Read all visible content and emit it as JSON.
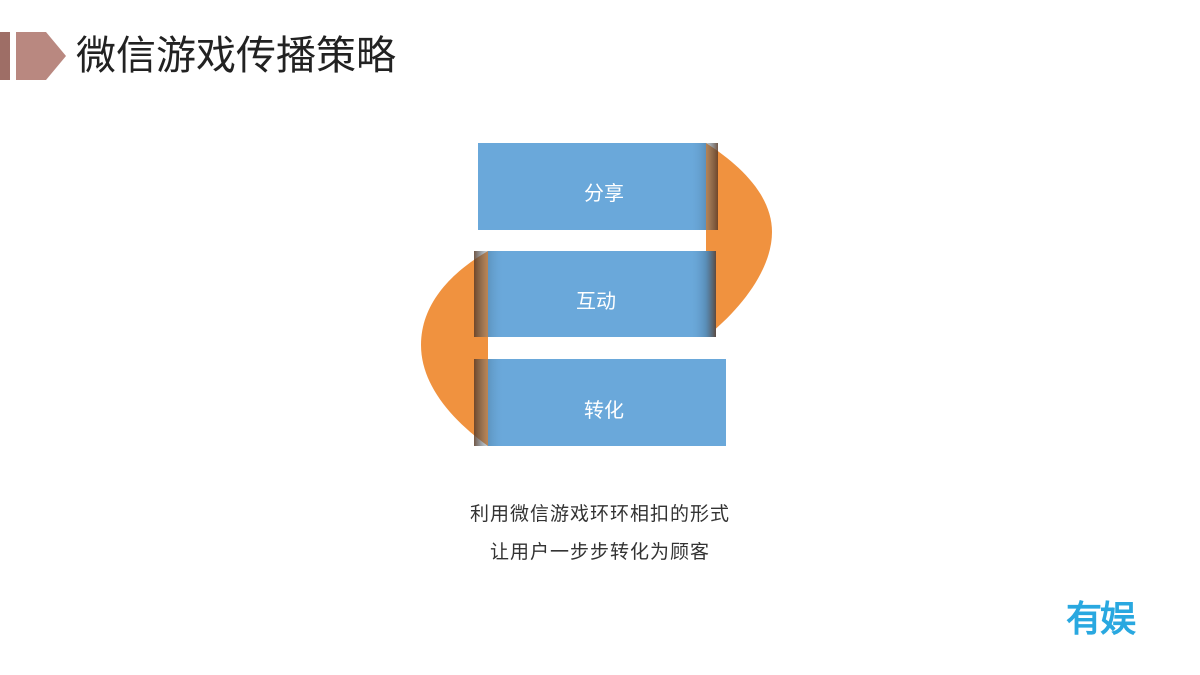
{
  "page": {
    "title": "微信游戏传播策略"
  },
  "diagram": {
    "steps": [
      {
        "label": "分享"
      },
      {
        "label": "互动"
      },
      {
        "label": "转化"
      }
    ],
    "colors": {
      "block": "#6AA8DA",
      "connector": "#F0923F",
      "marker_light": "#C9A39C",
      "marker_dark": "#9E6E66"
    }
  },
  "caption": {
    "line1": "利用微信游戏环环相扣的形式",
    "line2": "让用户一步步转化为顾客"
  },
  "logo": {
    "text": "有娱",
    "color": "#29A8E0"
  }
}
